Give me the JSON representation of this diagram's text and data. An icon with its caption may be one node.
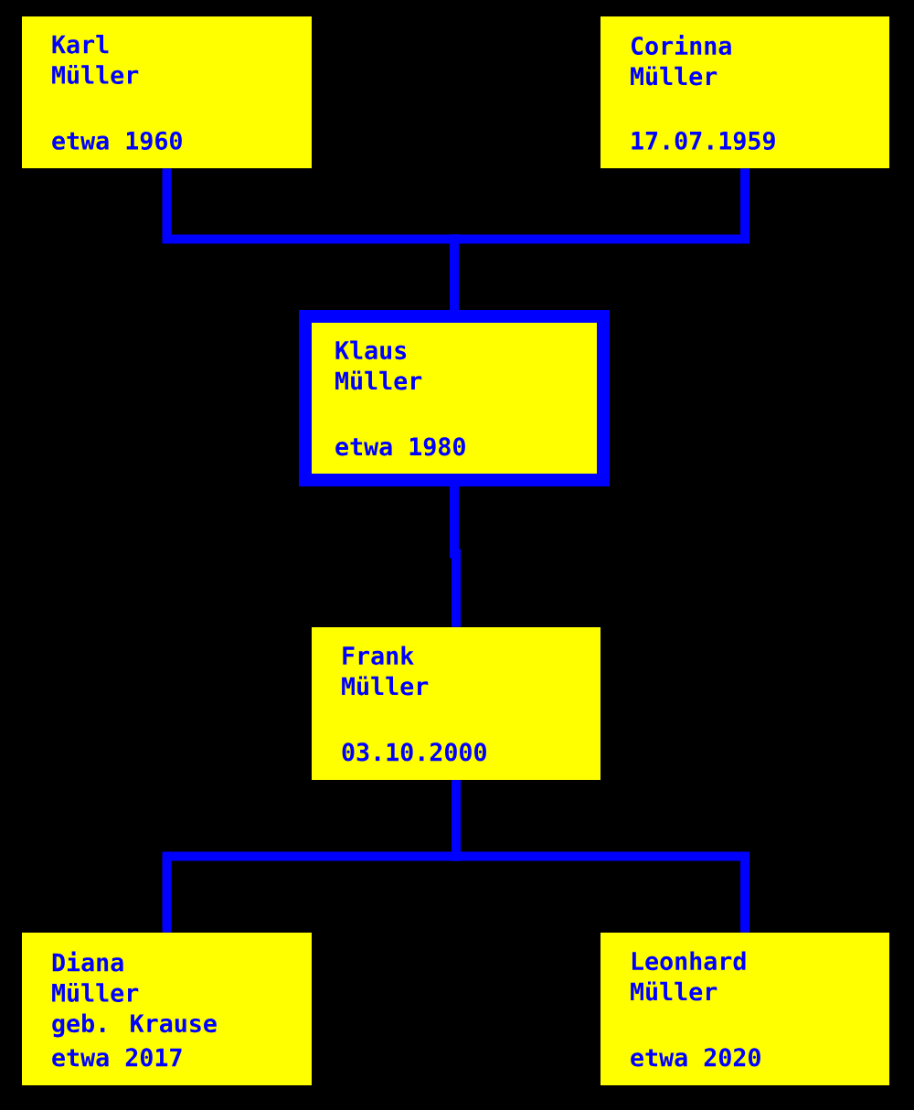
{
  "diagram": {
    "nodes": [
      {
        "text": [
          "Karl Müller",
          "etwa 1960"
        ]
      },
      {
        "text": [
          "Corinna Müller",
          "17.07.1959"
        ]
      },
      {
        "text": [
          "Klaus Müller",
          "etwa 1980"
        ]
      },
      {
        "text": [
          "Frank Müller",
          "03.10.2000"
        ]
      },
      {
        "text": [
          "Diana Müller",
          "geb. Krause",
          "etwa 2017"
        ]
      },
      {
        "text": [
          "Leonhard Müller",
          "etwa 2020"
        ]
      }
    ],
    "edges": [
      {
        "from": 0,
        "to": 2,
        "arrow": "none"
      },
      {
        "from": 1,
        "to": 2,
        "arrow": "none"
      },
      {
        "from": 2,
        "to": 3,
        "arrow": "none"
      },
      {
        "from": 3,
        "to": 4,
        "arrow": "none"
      },
      {
        "from": 3,
        "to": 5,
        "arrow": "none"
      }
    ]
  }
}
